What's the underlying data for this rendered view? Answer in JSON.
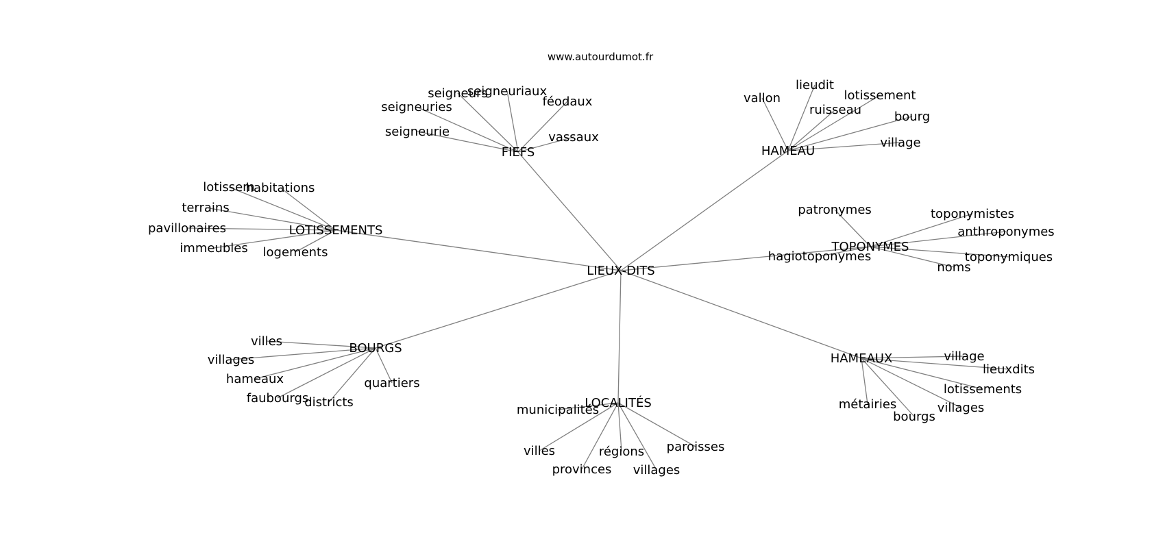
{
  "source": "www.autourdumot.fr",
  "center": "LIEUX-DITS",
  "clusters": [
    {
      "hub": "FIEFS",
      "leaves": [
        "seigneurs",
        "seigneuriaux",
        "féodaux",
        "seigneuries",
        "seigneurie",
        "vassaux"
      ]
    },
    {
      "hub": "HAMEAU",
      "leaves": [
        "vallon",
        "lieudit",
        "lotissement",
        "ruisseau",
        "bourg",
        "village"
      ]
    },
    {
      "hub": "LOTISSEMENTS",
      "leaves": [
        "lotissem",
        "habitations",
        "terrains",
        "pavillonaires",
        "immeubles",
        "logements"
      ]
    },
    {
      "hub": "TOPONYMES",
      "leaves": [
        "patronymes",
        "toponymistes",
        "anthroponymes",
        "hagiotoponymes",
        "toponymiques",
        "noms"
      ]
    },
    {
      "hub": "BOURGS",
      "leaves": [
        "villes",
        "villages",
        "hameaux",
        "faubourgs",
        "districts",
        "quartiers"
      ]
    },
    {
      "hub": "LOCALITÉS",
      "leaves": [
        "municipalités",
        "villes",
        "provinces",
        "régions",
        "villages",
        "paroisses"
      ]
    },
    {
      "hub": "HAMEAUX",
      "leaves": [
        "village",
        "lieuxdits",
        "lotissements",
        "villages",
        "métairies",
        "bourgs"
      ]
    }
  ]
}
